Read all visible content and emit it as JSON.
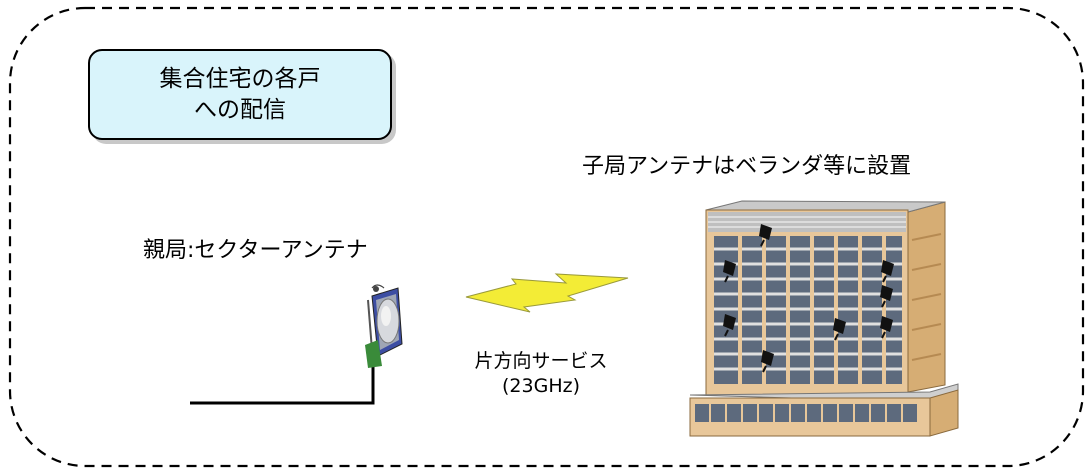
{
  "title_box": {
    "line1": "集合住宅の各戸",
    "line2": "への配信"
  },
  "labels": {
    "parent_station": "親局:セクターアンテナ",
    "child_station": "子局アンテナはベランダ等に設置",
    "service_line1": "片方向サービス",
    "service_line2": "(23GHz)"
  },
  "colors": {
    "title_fill": "#d9f4fb",
    "lightning": "#f3ec36",
    "building_main": "#e8c79a",
    "antenna_panel": "#3d4ea3"
  }
}
